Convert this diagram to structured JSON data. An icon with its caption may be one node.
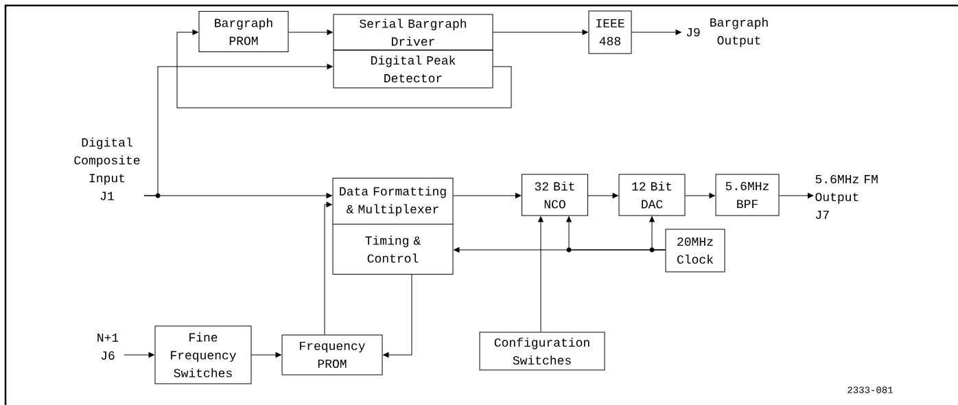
{
  "diagram": {
    "nodes": [
      {
        "text": [
          "Bargraph PROM"
        ]
      },
      {
        "text": [
          "Serial Bargraph Driver"
        ]
      },
      {
        "text": [
          "Digital Peak Detector"
        ]
      },
      {
        "text": [
          "IEEE 488"
        ]
      },
      {
        "text": [
          "J9"
        ]
      },
      {
        "text": [
          "Digital Composite Input",
          "J1"
        ]
      },
      {
        "text": [
          "Data Formatting & Multiplexer"
        ]
      },
      {
        "text": [
          "Timing & Control"
        ]
      },
      {
        "text": [
          "32 Bit NCO"
        ]
      },
      {
        "text": [
          "12 Bit DAC"
        ]
      },
      {
        "text": [
          "5.6MHz BPF"
        ]
      },
      {
        "text": [
          "5.6MHz FM Output",
          "J7"
        ]
      },
      {
        "text": [
          "20MHz Clock"
        ]
      },
      {
        "text": [
          "N+1",
          "J6"
        ]
      },
      {
        "text": [
          "Fine Frequency Switches"
        ]
      },
      {
        "text": [
          "Frequency PROM"
        ]
      },
      {
        "text": [
          "Configuration Switches"
        ]
      }
    ],
    "edges": [
      {
        "from": 0,
        "to": 1,
        "arrow": "to"
      },
      {
        "from": 1,
        "to": 3,
        "arrow": "to"
      },
      {
        "from": 3,
        "to": 4,
        "arrow": "to"
      },
      {
        "from": 5,
        "to": 6,
        "arrow": "to"
      },
      {
        "from": 5,
        "to": 2,
        "arrow": "to"
      },
      {
        "from": 2,
        "to": 0,
        "arrow": "to"
      },
      {
        "from": 6,
        "to": 8,
        "arrow": "to"
      },
      {
        "from": 8,
        "to": 9,
        "arrow": "to"
      },
      {
        "from": 9,
        "to": 10,
        "arrow": "to"
      },
      {
        "from": 10,
        "to": 11,
        "arrow": "to"
      },
      {
        "from": 12,
        "to": 7,
        "arrow": "to"
      },
      {
        "from": 12,
        "to": 8,
        "arrow": "to"
      },
      {
        "from": 12,
        "to": 9,
        "arrow": "to"
      },
      {
        "from": 16,
        "to": 8,
        "arrow": "to"
      },
      {
        "from": 7,
        "to": 15,
        "arrow": "to"
      },
      {
        "from": 15,
        "to": 6,
        "arrow": "to"
      },
      {
        "from": 13,
        "to": 14,
        "arrow": "to"
      },
      {
        "from": 14,
        "to": 15,
        "arrow": "to"
      }
    ],
    "labels": [
      "Bargraph Output",
      "2333-081"
    ]
  }
}
